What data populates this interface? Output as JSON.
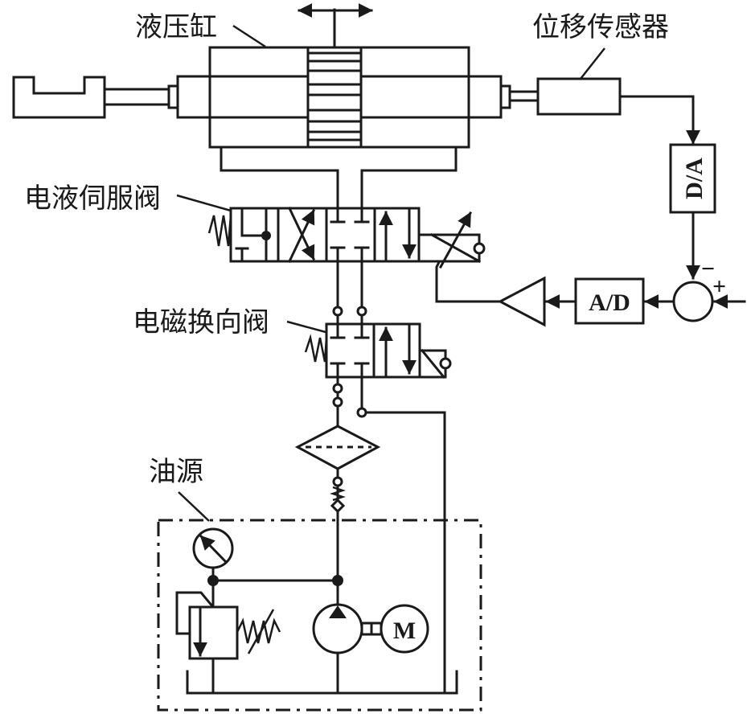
{
  "diagram": {
    "title": "Electro-hydraulic servo position control system",
    "labels": {
      "cylinder": "液压缸",
      "sensor": "位移传感器",
      "servo_valve": "电液伺服阀",
      "solenoid_valve": "电磁换向阀",
      "oil_source": "油源"
    },
    "blocks": {
      "da": "D/A",
      "ad": "A/D",
      "motor": "M"
    },
    "summing_junction": {
      "feedback_sign": "−",
      "reference_sign": "+"
    },
    "colors": {
      "line": "#1a1a1a",
      "background": "#ffffff"
    }
  }
}
